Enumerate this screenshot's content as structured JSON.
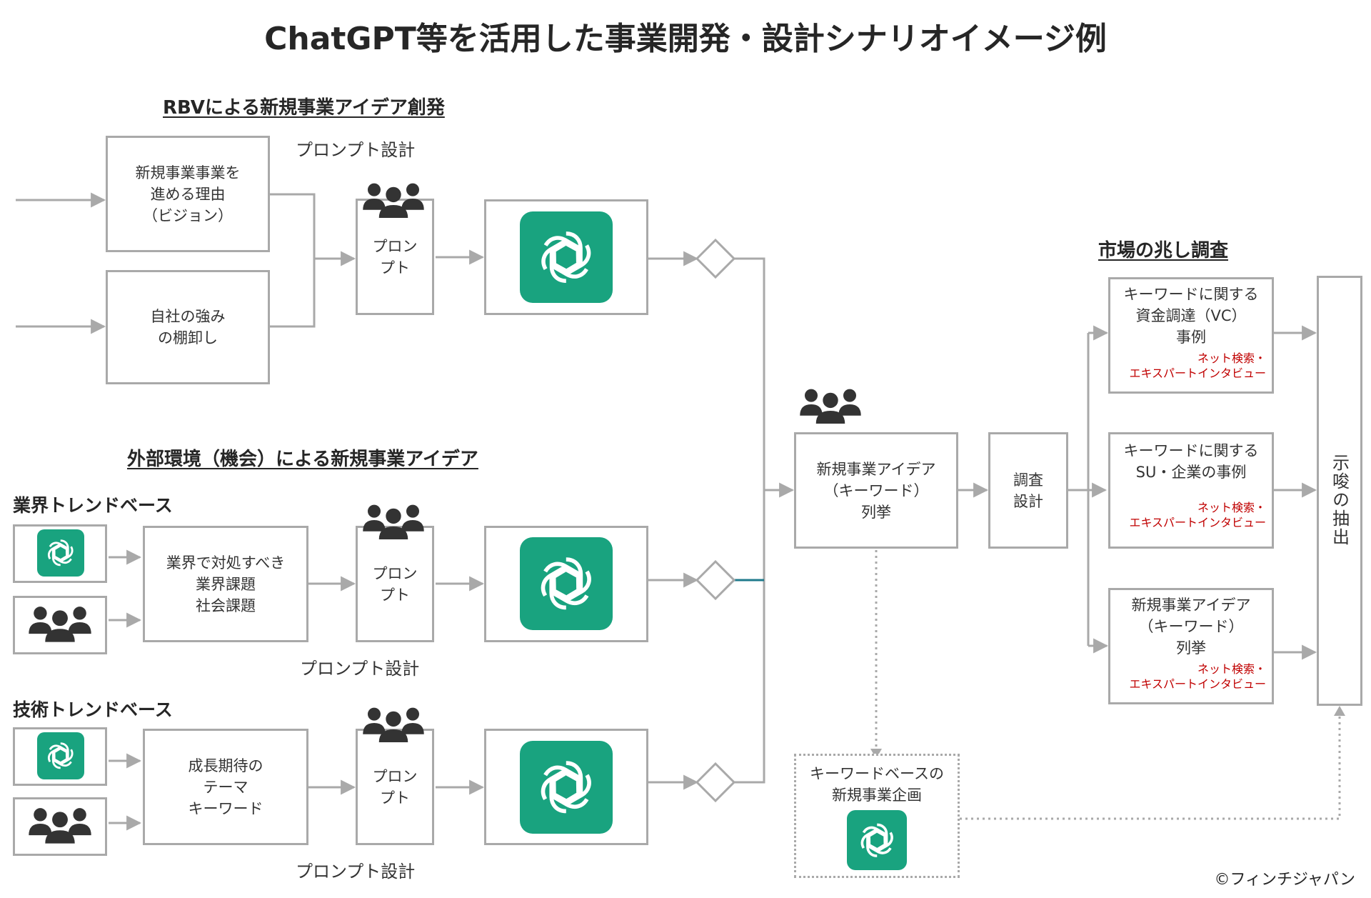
{
  "title": "ChatGPT等を活用した事業開発・設計シナリオイメージ例",
  "sections": {
    "rbv": "RBVによる新規事業アイデア創発",
    "external": "外部環境（機会）による新規事業アイデア",
    "industry": "業界トレンドベース",
    "tech": "技術トレンドベース",
    "market": "市場の兆し調査"
  },
  "labels": {
    "prompt_design_top": "プロンプト設計",
    "prompt_design_mid": "プロンプト設計",
    "prompt_design_bottom": "プロンプト設計"
  },
  "boxes": {
    "vision": "新規事業事業を\n進める理由\n（ビジョン）",
    "strengths": "自社の強み\nの棚卸し",
    "prompt1": "プロン\nプト",
    "industry_issues": "業界で対処すべき\n業界課題\n社会課題",
    "prompt2": "プロン\nプト",
    "growth": "成長期待の\nテーマ\nキーワード",
    "prompt3": "プロン\nプト",
    "ideas": "新規事業アイデア\n（キーワード）\n列挙",
    "survey": "調査\n設計",
    "vc": "キーワードに関する\n資金調達（VC）\n事例",
    "su": "キーワードに関する\nSU・企業の事例",
    "ideas2": "新規事業アイデア\n（キーワード）\n列挙",
    "plan": "キーワードベースの\n新規事業企画",
    "extract": "示唆の抽出"
  },
  "notes": {
    "vc": "ネット検索・\nエキスパートインタビュー",
    "su": "ネット検索・\nエキスパートインタビュー",
    "ideas2": "ネット検索・\nエキスパートインタビュー"
  },
  "icons": {
    "team": "people-group-icon",
    "chatgpt": "chatgpt-logo-icon"
  },
  "colors": {
    "chatgpt_green": "#19a37f",
    "box_border": "#a9a9a9",
    "note_red": "#c00000",
    "teal_line": "#1f7a8c"
  },
  "copyright": "©フィンチジャパン"
}
